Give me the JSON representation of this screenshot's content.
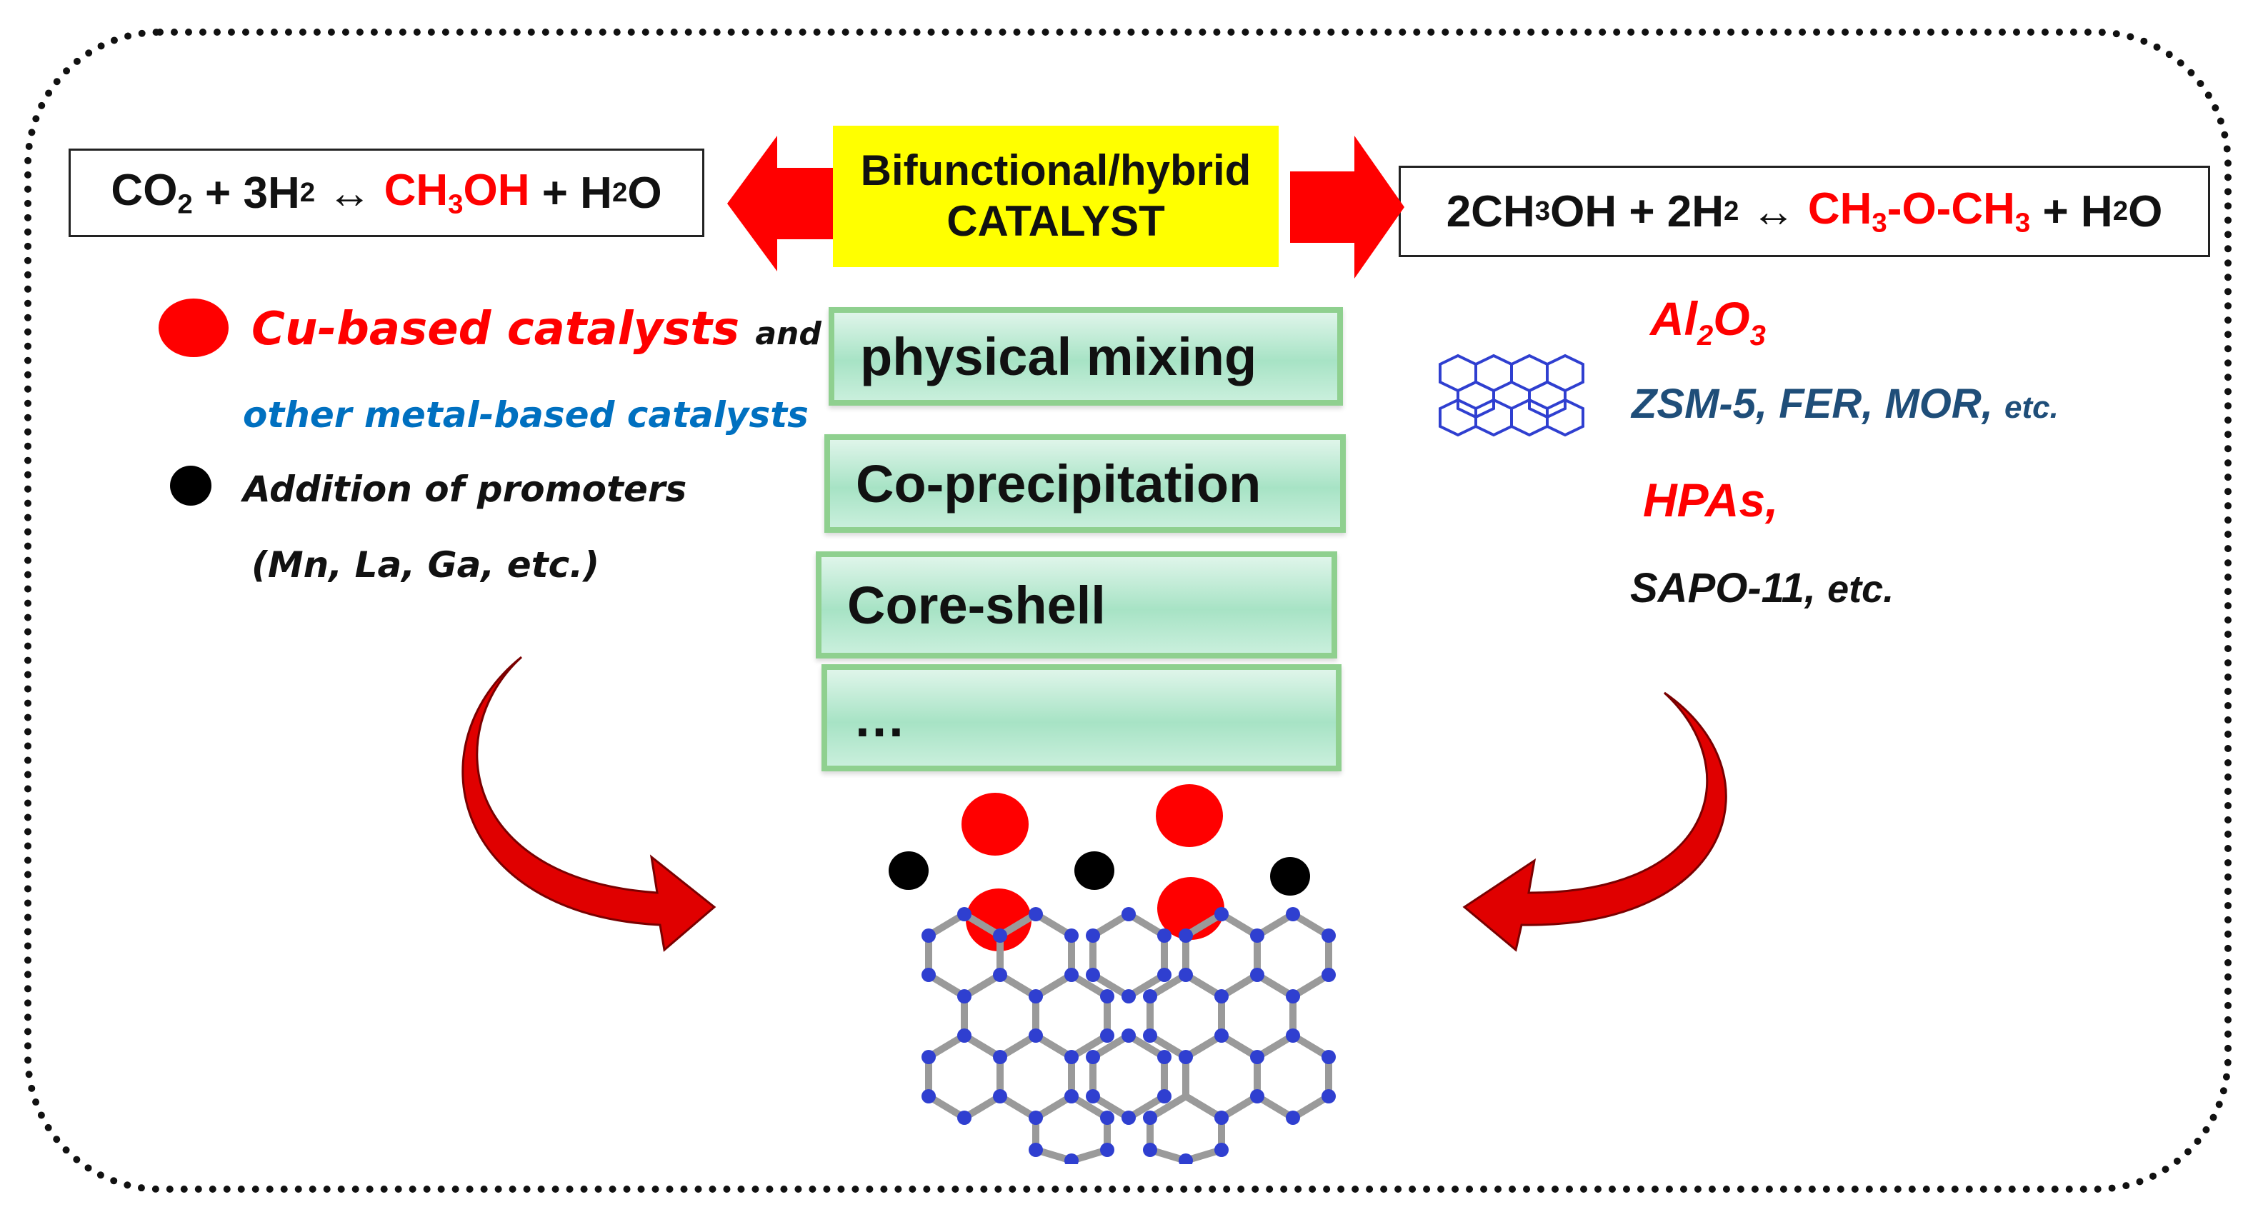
{
  "left_equation": {
    "co2": "CO",
    "co2_sub": "2",
    "plus_3h": "+ 3H",
    "h_sub": "2",
    "arrow": "↔",
    "ch": "CH",
    "ch_sub": "3",
    "oh": "OH",
    "plus_h": "+ H",
    "h2o_sub": "2",
    "o": "O"
  },
  "right_equation": {
    "prefix": "2CH",
    "s1": "3",
    "oh": "OH + 2H",
    "s2": "2",
    "arrow": "↔",
    "red_a": "CH",
    "s3": "3",
    "red_b": "-O-CH",
    "s4": "3",
    "plus_h": "+ H",
    "s5": "2",
    "o": "O"
  },
  "catalyst": {
    "line1": "Bifunctional/hybrid",
    "line2": "CATALYST"
  },
  "methods": [
    "physical mixing",
    "Co-precipitation",
    "Core-shell",
    "…"
  ],
  "left_list": {
    "cu": "Cu-based catalysts",
    "and": "and",
    "other": "other metal-based catalysts",
    "promoters": "Addition of promoters",
    "promoter_examples": "(Mn, La, Ga, etc.)"
  },
  "right_list": {
    "al": "Al",
    "al_sub": "2",
    "o": "O",
    "o_sub": "3",
    "zeolites": "ZSM-5, FER, MOR,",
    "zeo_etc": "etc.",
    "hpas": "HPAs,",
    "sapo": "SAPO-11,",
    "sapo_etc": "etc."
  },
  "colors": {
    "red": "#ff0000",
    "yellow": "#ffff00",
    "blue_text": "#0070c0",
    "navy_text": "#1f4e79",
    "green_border": "#8fd08f"
  }
}
